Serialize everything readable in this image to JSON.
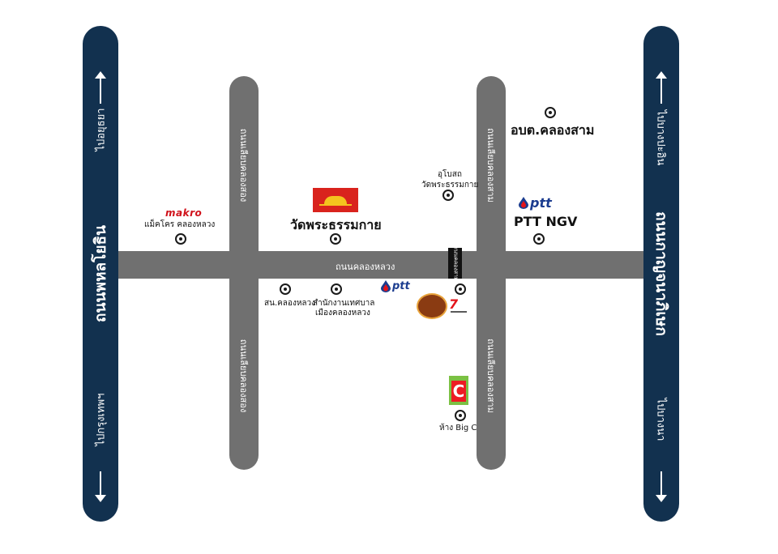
{
  "highways": {
    "left": {
      "name": "ถนนพหลโยธิน",
      "dir_up": "ไปอยุธยา",
      "dir_down": "ไปกรุงเทพฯ"
    },
    "right": {
      "name": "ถนนกาญจนาภิเษก",
      "dir_up": "ไปบางปะอิน",
      "dir_down": "ไปบางนา"
    }
  },
  "roads": {
    "main": "ถนนคลองหลวง",
    "klong2_upper": "ถนนเลียบคลองสอง",
    "klong2_lower": "ถนนเลียบคลองสอง",
    "klong3_upper": "ถนนเลียบคลองสาม",
    "klong3_lower": "ถนนเลียบคลองสาม",
    "side_sign": "ถนนคลองสาม"
  },
  "places": {
    "makro_logo": "makro",
    "makro": "แม็คโคร คลองหลวง",
    "wat": "วัดพระธรรมกาย",
    "ubosot_line1": "อุโบสถ",
    "ubosot_line2": "วัดพระธรรมกาย",
    "obt": "อบต.คลองสาม",
    "ptt_logo": "ptt",
    "ptt_ngv": "PTT NGV",
    "police": "สน.คลองหลวง",
    "office_line1": "สำนักงานเทศบาล",
    "office_line2": "เมืองคลองหลวง",
    "ptt_logo_2": "ptt",
    "bigc_logo": "C",
    "bigc": "ห้าง Big C"
  },
  "colors": {
    "highway": "#12314f",
    "road": "#707070",
    "ptt_blue": "#1b3c8f",
    "flag_red": "#d9231d",
    "flag_gold": "#f4c41e"
  },
  "icons": [
    "location-marker-icon",
    "arrow-up-icon",
    "arrow-down-icon",
    "ptt-drop-icon"
  ]
}
